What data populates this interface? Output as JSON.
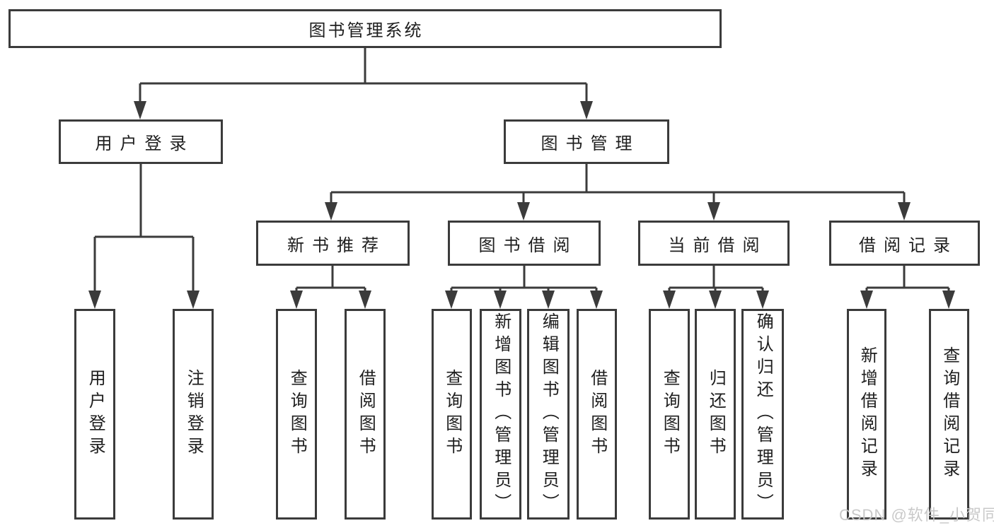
{
  "tree": {
    "root": "图书管理系统",
    "branches": [
      {
        "label": "用户登录",
        "children": [
          "用户登录",
          "注销登录"
        ]
      },
      {
        "label": "图书管理",
        "groups": [
          {
            "label": "新书推荐",
            "children": [
              "查询图书",
              "借阅图书"
            ]
          },
          {
            "label": "图书借阅",
            "children": [
              "查询图书",
              "新增图书（管理员）",
              "编辑图书（管理员）",
              "借阅图书"
            ]
          },
          {
            "label": "当前借阅",
            "children": [
              "查询图书",
              "归还图书",
              "确认归还（管理员）"
            ]
          },
          {
            "label": "借阅记录",
            "children": [
              "新增借阅记录",
              "查询借阅记录"
            ]
          }
        ]
      }
    ]
  },
  "watermark": "CSDN @软件_小贺同学",
  "colors": {
    "line": "#3b3b3b",
    "box_border": "#3b3b3b",
    "text": "#1e1e1e",
    "watermark": "#c6c6c6",
    "background": "#ffffff"
  }
}
